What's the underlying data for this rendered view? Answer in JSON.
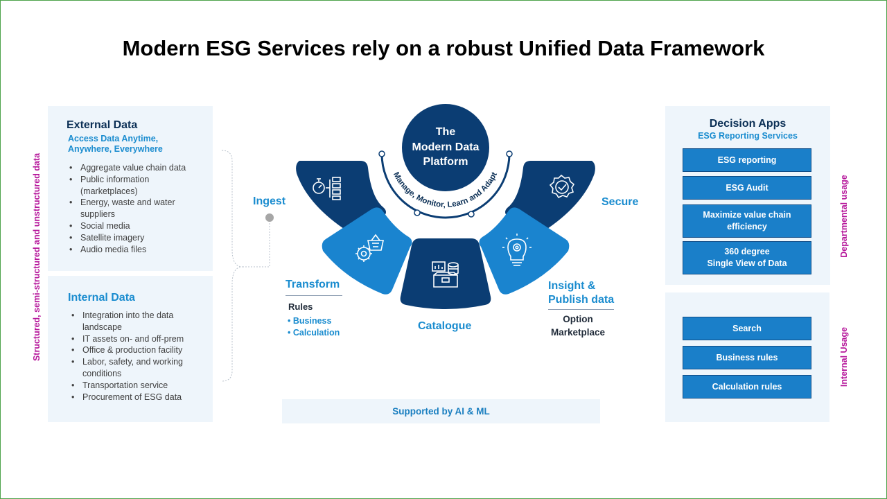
{
  "title": "Modern ESG Services rely on a robust Unified Data Framework",
  "left_vertical_label": "Structured, semi-structured and unstructured data",
  "external": {
    "title": "External Data",
    "subtitle_line1": "Access Data Anytime,",
    "subtitle_line2": "Anywhere, Everywhere",
    "items": [
      "Aggregate value chain data",
      "Public information (marketplaces)",
      "Energy, waste and water suppliers",
      "Social media",
      "Satellite imagery",
      "Audio media files"
    ]
  },
  "internal": {
    "title": "Internal Data",
    "items": [
      "Integration into the data landscape",
      "IT assets on- and off-prem",
      "Office & production facility",
      "Labor, safety, and working conditions",
      "Transportation service",
      "Procurement of ESG data"
    ]
  },
  "platform": {
    "center": "The\nModern Data\nPlatform",
    "arc_text": "Manage, Monitor, Learn and Adapt",
    "stages": {
      "ingest": "Ingest",
      "transform": "Transform",
      "catalogue": "Catalogue",
      "insight": "Insight &\nPublish data",
      "secure": "Secure"
    },
    "transform_rules": {
      "heading": "Rules",
      "items": [
        "Business",
        "Calculation"
      ]
    },
    "insight_option": "Option\nMarketplace",
    "supported": "Supported by AI & ML"
  },
  "decision_apps": {
    "title": "Decision Apps",
    "subtitle": "ESG Reporting Services",
    "departmental_label": "Departmental usage",
    "internal_label": "Internal Usage",
    "departmental_buttons": [
      "ESG reporting",
      "ESG Audit",
      "Maximize value chain\nefficiency",
      "360 degree\nSingle View of Data"
    ],
    "internal_buttons": [
      "Search",
      "Business rules",
      "Calculation rules"
    ]
  },
  "colors": {
    "navy": "#0b3d73",
    "blue": "#1a8ccf",
    "magenta": "#b5159a",
    "panel": "#eef5fb"
  }
}
